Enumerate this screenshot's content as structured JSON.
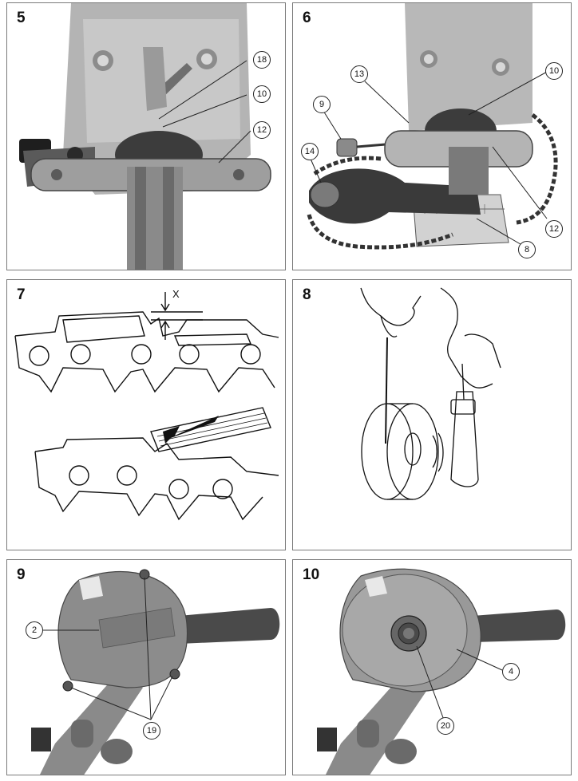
{
  "panels": [
    {
      "number": "5",
      "callouts": [
        "18",
        "10",
        "12"
      ]
    },
    {
      "number": "6",
      "callouts": [
        "13",
        "10",
        "9",
        "14",
        "12",
        "8"
      ]
    },
    {
      "number": "7",
      "label": "X"
    },
    {
      "number": "8"
    },
    {
      "number": "9",
      "callouts": [
        "2",
        "19"
      ]
    },
    {
      "number": "10",
      "callouts": [
        "4",
        "20"
      ]
    }
  ]
}
